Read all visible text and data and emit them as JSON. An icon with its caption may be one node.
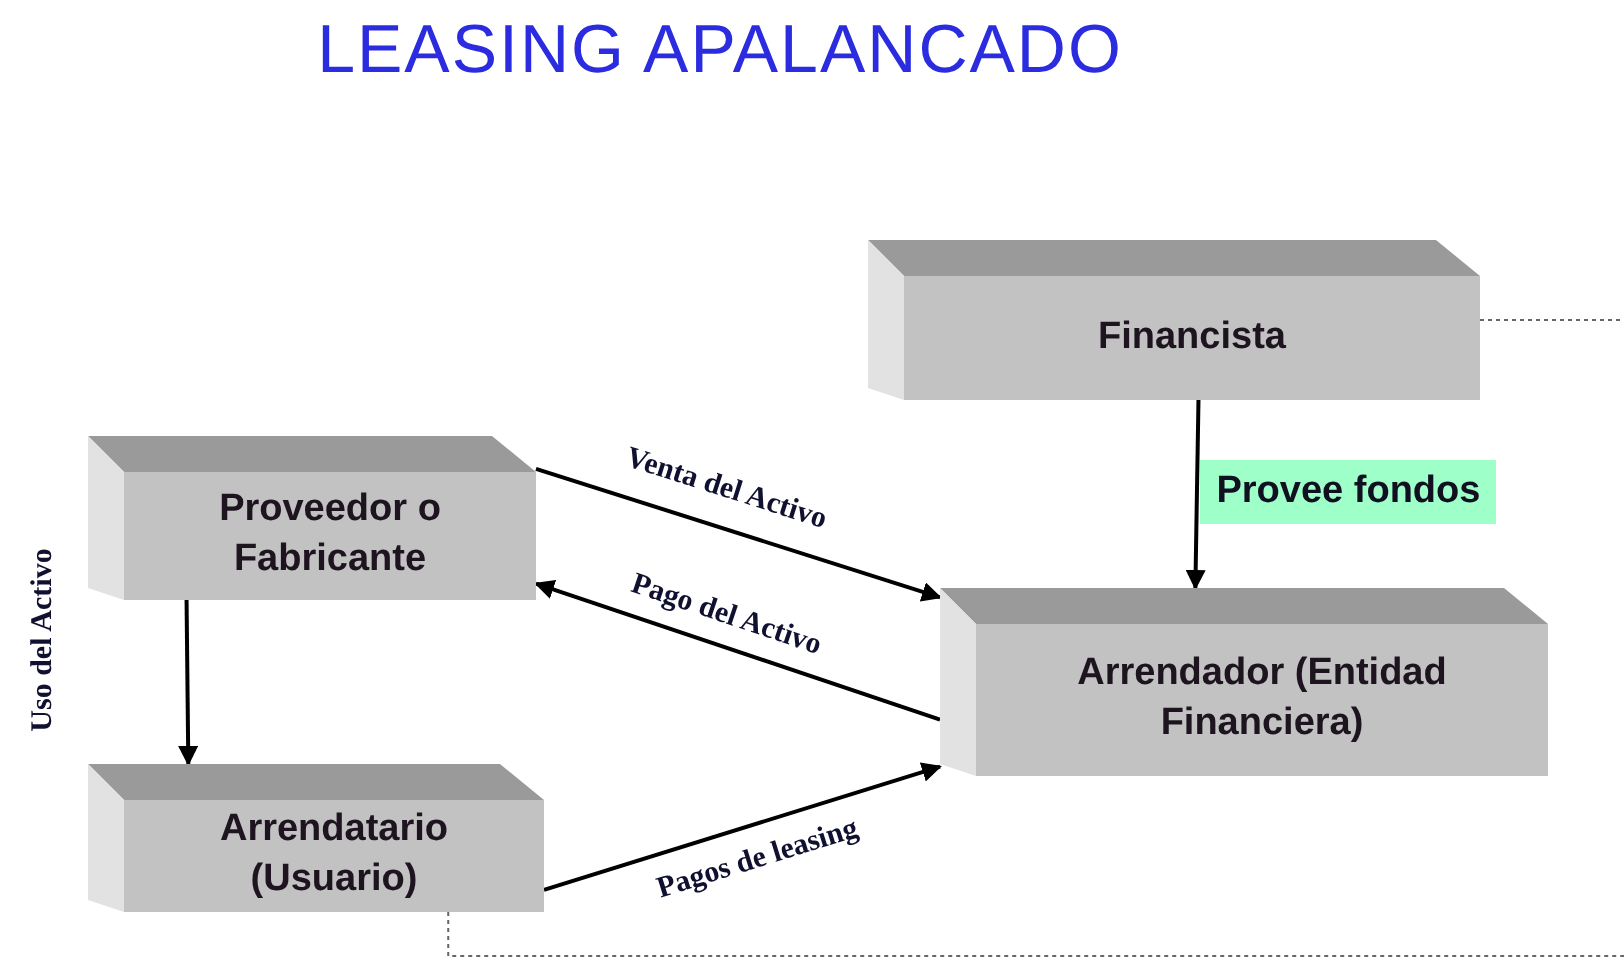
{
  "diagram": {
    "title": "LEASING APALANCADO",
    "nodes": [
      {
        "text": [
          "Financista"
        ]
      },
      {
        "text": [
          "Proveedor o Fabricante"
        ]
      },
      {
        "text": [
          "Arrendador (Entidad Financiera)"
        ]
      },
      {
        "text": [
          "Arrendatario (Usuario)"
        ]
      }
    ],
    "edges": [
      {
        "from": 0,
        "to": 2,
        "arrow": "to",
        "label": "Provee fondos"
      },
      {
        "from": 1,
        "to": 2,
        "arrow": "to",
        "label": "Venta del Activo"
      },
      {
        "from": 2,
        "to": 1,
        "arrow": "to",
        "label": "Pago del Activo"
      },
      {
        "from": 3,
        "to": 2,
        "arrow": "to",
        "label": "Pagos de leasing"
      },
      {
        "from": 1,
        "to": 3,
        "arrow": "to",
        "label": "Uso del Activo"
      },
      {
        "from": 0,
        "to": null,
        "arrow": "none",
        "style": "dashed",
        "color": "#666666"
      },
      {
        "from": 3,
        "to": null,
        "arrow": "none",
        "style": "dashed",
        "color": "#666666"
      }
    ]
  }
}
